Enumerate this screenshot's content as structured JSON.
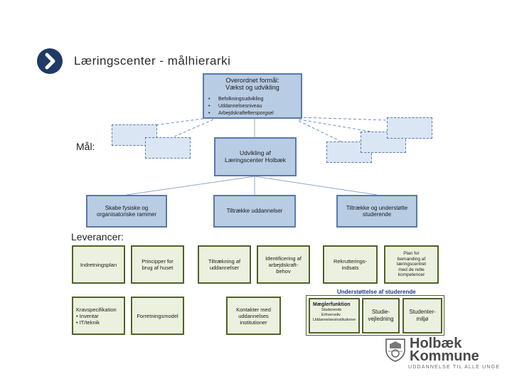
{
  "title": "Læringscenter - målhierarki",
  "labels": {
    "maal": "Mål:",
    "leverancer": "Leverancer:"
  },
  "top_box": {
    "title": "Overordnet formål:\nVækst og udvikling",
    "bullets": [
      "Befolkningsudvikling",
      "Uddannelsesniveau",
      "Arbejdskrafteftersporgsel"
    ]
  },
  "center_box": "Udvikling af\nLæringscenter Holbæk",
  "sub_goals": [
    "Skabe fysiske og\norganisatoriske rammer",
    "Tiltrække uddannelser",
    "Tiltrække og understøtte\nstuderende"
  ],
  "deliverables": {
    "row1": [
      "Indretningsplan",
      "Principper for\nbrug af huset",
      "Tiltrækning af\nuddannelser",
      "Identificering af\narbejdskraft-\nbehov",
      "Rekrutterings-\nindsats",
      "Plan for\nbemanding af\nlæringscentret\nmed de rette\nkompetencer"
    ],
    "row2": [
      "Kravspecifikation\n• Inventar\n• IT/teknik",
      "Forretningsmodel",
      "Kontakter med\nuddannelses\ninstitutioner"
    ],
    "support_group": {
      "label": "Understøttelse af studerende",
      "maegler_title": "Mæglerfunktion",
      "maegler_lines": [
        "Studerende",
        "Erhvervsliv",
        "Uddannelsesinstitutioner"
      ],
      "studievejledning": "Studie-\nvejledning",
      "studentermiljo": "Studenter-\nmiljø"
    }
  },
  "logo": {
    "line1": "Holbæk",
    "line2": "Kommune",
    "tagline": "UDDANNELSE TIL ALLE UNGE"
  },
  "colors": {
    "blue_fill": "#b8cce4",
    "blue_border": "#5a79a8",
    "green_fill": "#ebf1de",
    "green_border": "#4f6228",
    "title_bullet": "#1f3a63"
  }
}
